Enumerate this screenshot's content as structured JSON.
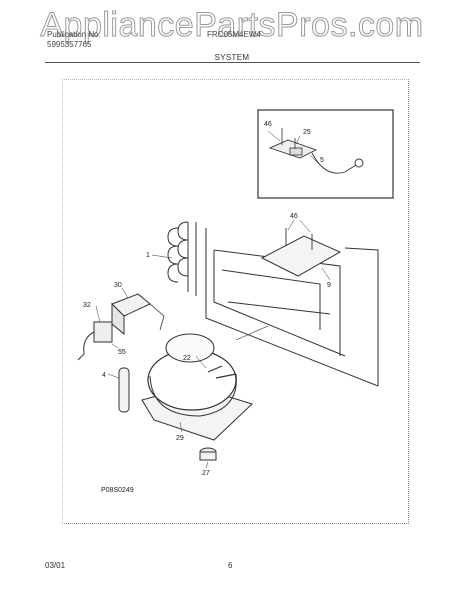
{
  "watermark": "AppliancePartsPros.com",
  "header": {
    "publication_label": "Publication No.",
    "publication_number": "5995357765",
    "model": "FRC05M4EW4",
    "section_title": "SYSTEM"
  },
  "callouts": [
    "46",
    "25",
    "5",
    "1",
    "46",
    "9",
    "30",
    "32",
    "55",
    "22",
    "4",
    "29",
    "27"
  ],
  "diagram_code": "P08S0249",
  "footer": {
    "date": "03/01",
    "page": "6"
  }
}
